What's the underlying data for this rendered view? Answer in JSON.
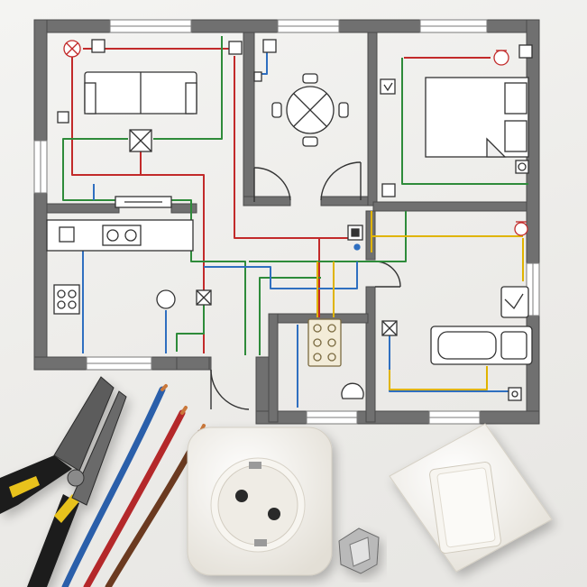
{
  "colors": {
    "paper": "#f2f2f0",
    "wall": "#6f6f6f",
    "wall_edge": "#4a4a4a",
    "wire_red": "#c22a2a",
    "wire_green": "#2e8b3a",
    "wire_blue": "#2f6fc0",
    "wire_yellow": "#e0b400",
    "furniture": "#333333",
    "outlet_plastic": "#f4f1ea",
    "switch_plastic": "#f5f3ee",
    "plier_handle": "#1c1c1c",
    "plier_accent": "#e8c21a",
    "cable_copper": "#c9773a"
  },
  "icons": [
    "ceiling-light-icon",
    "switch-icon",
    "socket-icon",
    "junction-box-icon",
    "terminal-block-icon",
    "sofa-icon",
    "dining-table-icon",
    "bed-icon",
    "bathtub-icon",
    "toilet-icon",
    "stove-icon",
    "sink-icon"
  ],
  "objects": [
    "pliers",
    "electrical-cables",
    "wall-socket",
    "light-switch",
    "metal-clip"
  ]
}
